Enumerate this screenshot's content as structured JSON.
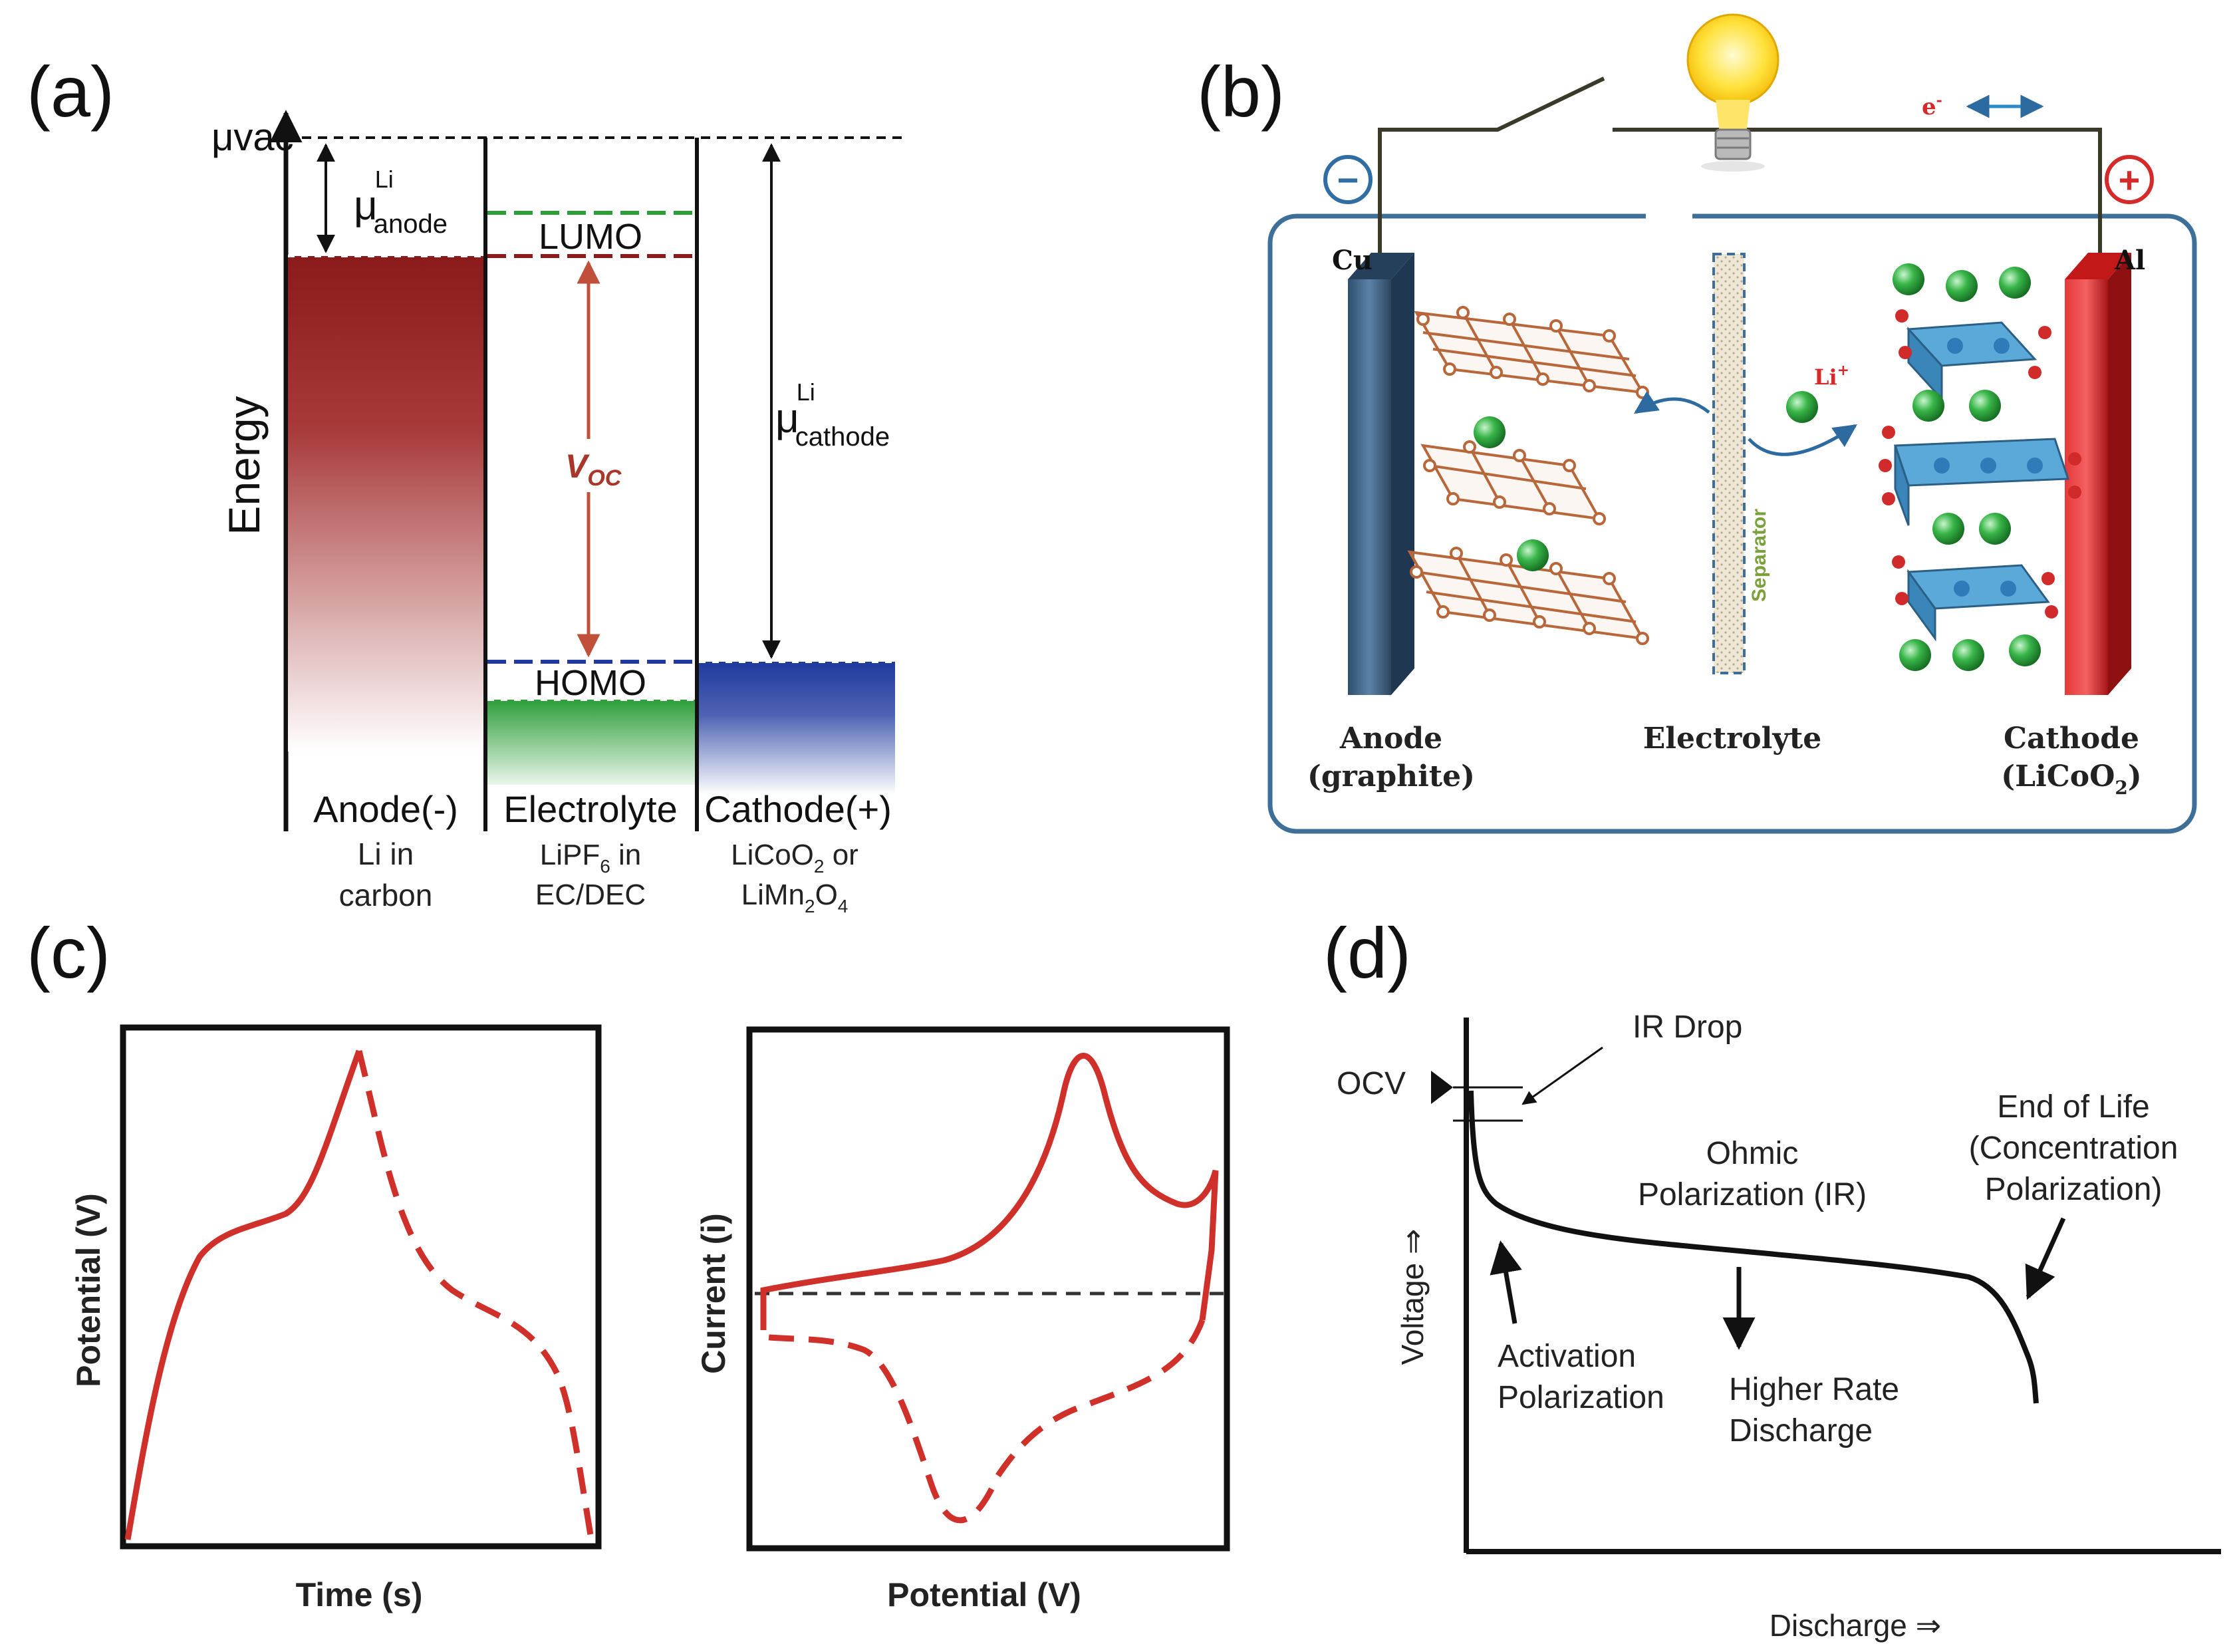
{
  "panel_labels": {
    "a": "(a)",
    "b": "(b)",
    "c": "(c)",
    "d": "(d)"
  },
  "panel_a": {
    "mu_vac": "μvac",
    "mu_anode_main": "μ",
    "mu_anode_sup": "Li",
    "mu_anode_sub": "anode",
    "mu_cathode_main": "μ",
    "mu_cathode_sup": "Li",
    "mu_cathode_sub": "cathode",
    "lumo": "LUMO",
    "homo": "HOMO",
    "voc_main": "V",
    "voc_sub": "OC",
    "energy": "Energy",
    "anode_title": "Anode(-)",
    "anode_line1": "Li in",
    "anode_line2": "carbon",
    "electrolyte_title": "Electrolyte",
    "electrolyte_line1_a": "LiPF",
    "electrolyte_line1_sub": "6",
    "electrolyte_line1_b": " in",
    "electrolyte_line2": "EC/DEC",
    "cathode_title": "Cathode(+)",
    "cathode_line1_a": "LiCoO",
    "cathode_line1_sub": "2",
    "cathode_line1_b": " or",
    "cathode_line2_a": "LiMn",
    "cathode_line2_sub1": "2",
    "cathode_line2_b": "O",
    "cathode_line2_sub2": "4",
    "colors": {
      "anode": "#8b1a1a",
      "electrolyte_green": "#2e9e3a",
      "cathode": "#1f3a9e"
    }
  },
  "panel_b": {
    "minus": "−",
    "plus": "+",
    "electron_main": "e",
    "electron_sup": "-",
    "cu": "Cu",
    "al": "Al",
    "li_main": "Li",
    "li_sup": "+",
    "separator": "Separator",
    "anode_line1": "Anode",
    "anode_line2": "(graphite)",
    "electrolyte": "Electrolyte",
    "cathode_line1": "Cathode",
    "cathode_line2_a": "(LiCoO",
    "cathode_line2_sub": "2",
    "cathode_line2_b": ")",
    "colors": {
      "frame": "#3d6f98",
      "anode_plate": "#3d6482",
      "cathode_plate": "#d32020",
      "li_ion": "#2fae3c",
      "carbon": "#b8673a"
    }
  },
  "panel_c": {
    "left_ylabel": "Potential (V)",
    "left_xlabel": "Time (s)",
    "right_ylabel": "Current (i)",
    "right_xlabel": "Potential (V)",
    "colors": {
      "curve": "#d0302a"
    }
  },
  "panel_d": {
    "ir_drop": "IR Drop",
    "ocv": "OCV",
    "ohmic_line1": "Ohmic",
    "ohmic_line2": "Polarization (IR)",
    "eol_line1": "End of Life",
    "eol_line2": "(Concentration",
    "eol_line3": "Polarization)",
    "activation_line1": "Activation",
    "activation_line2": "Polarization",
    "higher_line1": "Higher Rate",
    "higher_line2": "Discharge",
    "ylabel": "Voltage  ⇒",
    "xlabel": "Discharge ⇒"
  }
}
